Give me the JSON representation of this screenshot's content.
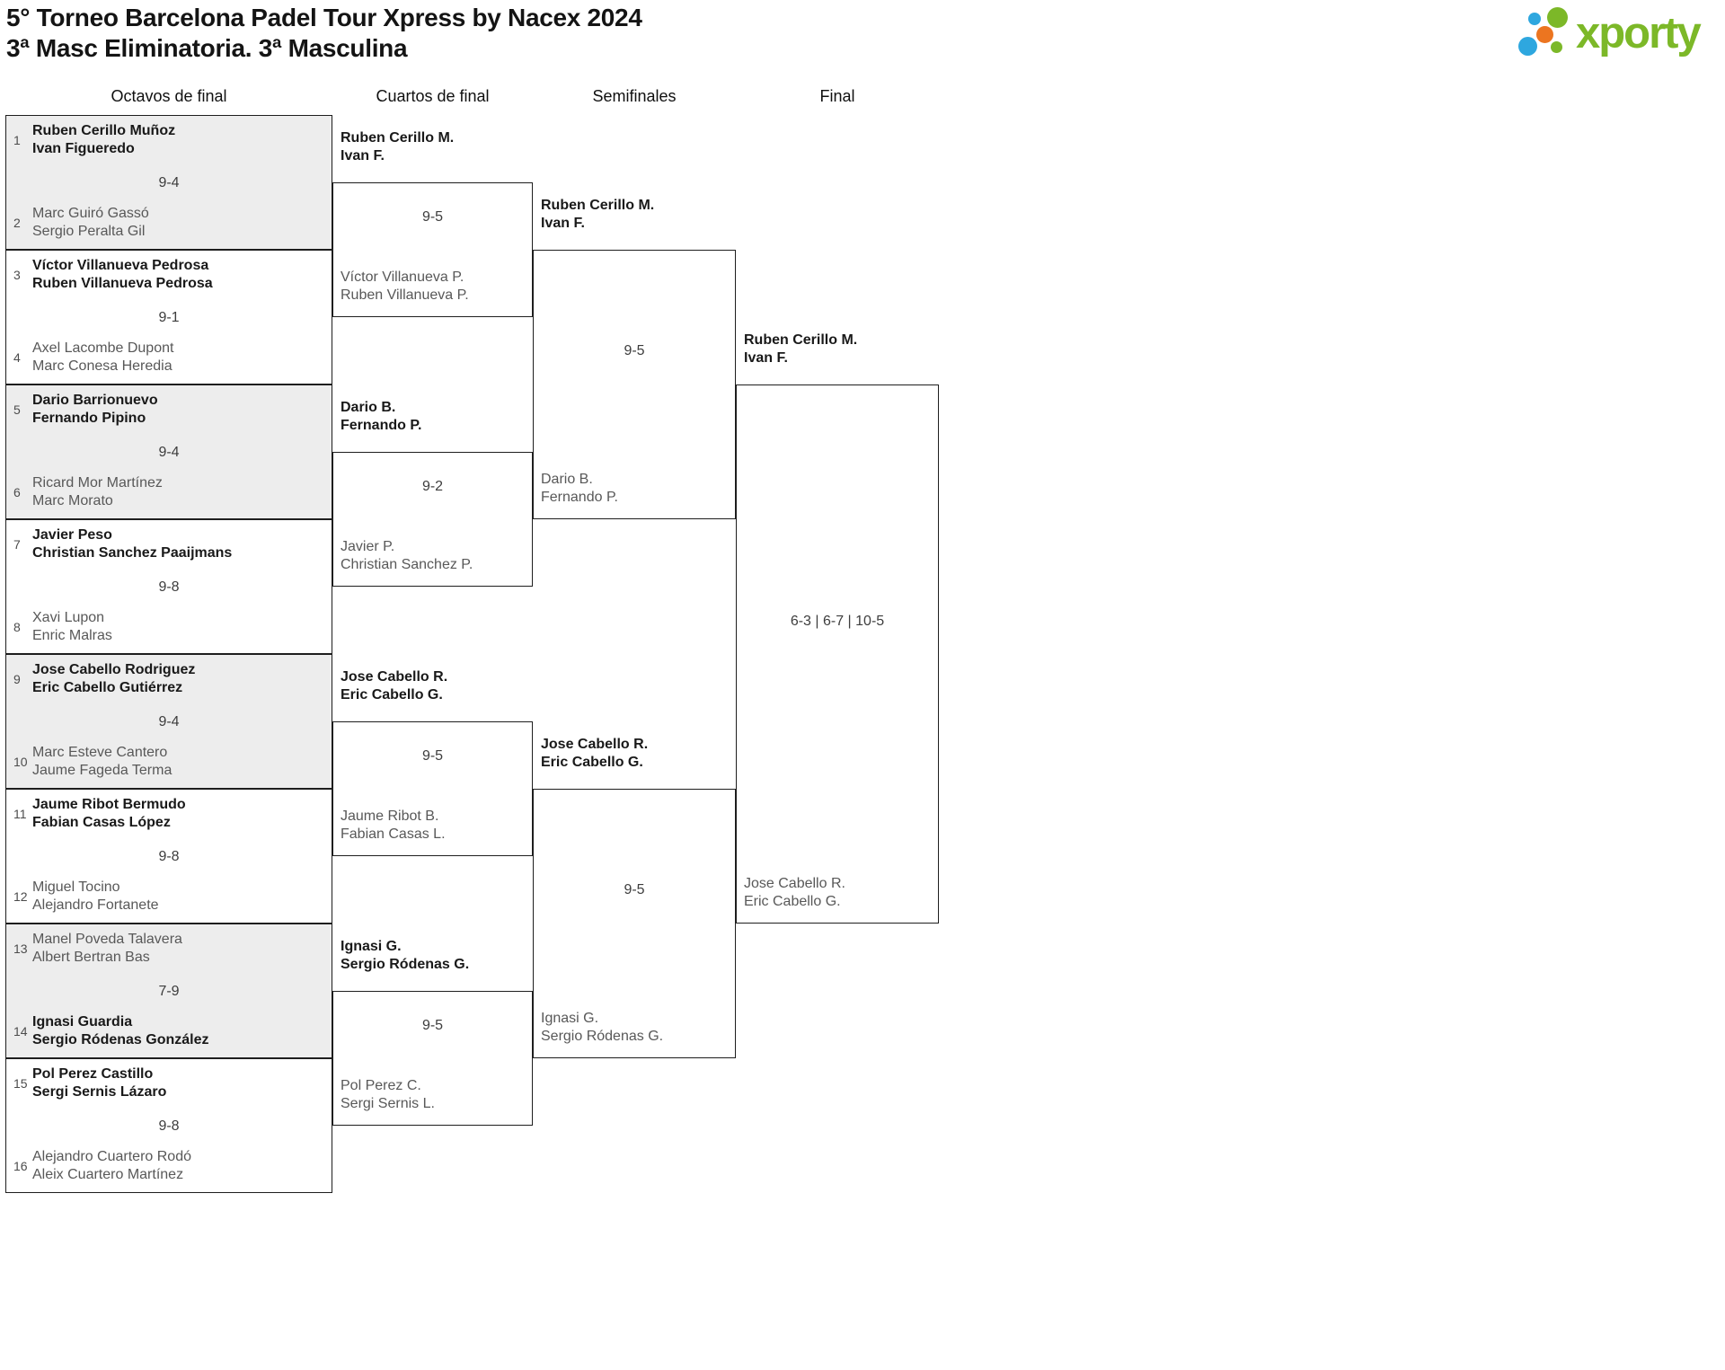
{
  "header": {
    "title_line1": "5° Torneo Barcelona Padel Tour Xpress by Nacex 2024",
    "title_line2": "3ª Masc Eliminatoria. 3ª Masculina"
  },
  "logo": {
    "text": "xporty",
    "colors": {
      "green": "#7cb828",
      "blue": "#2ea7df",
      "orange": "#ec7520"
    }
  },
  "round_headers": {
    "octavos": "Octavos de final",
    "cuartos": "Cuartos de final",
    "semifinales": "Semifinales",
    "final": "Final"
  },
  "colors": {
    "winner_text": "#191919",
    "loser_text": "#585858",
    "box_border": "#1e1e1e",
    "alt_row_bg": "#ededed",
    "background": "#ffffff"
  },
  "octavos": [
    {
      "seed_top": "1",
      "top": [
        "Ruben Cerillo Muñoz",
        "Ivan Figueredo"
      ],
      "seed_bottom": "2",
      "bottom": [
        "Marc Guiró Gassó",
        "Sergio Peralta Gil"
      ],
      "score": "9-4",
      "winner": "top"
    },
    {
      "seed_top": "3",
      "top": [
        "Víctor Villanueva Pedrosa",
        "Ruben Villanueva Pedrosa"
      ],
      "seed_bottom": "4",
      "bottom": [
        "Axel Lacombe Dupont",
        "Marc Conesa Heredia"
      ],
      "score": "9-1",
      "winner": "top"
    },
    {
      "seed_top": "5",
      "top": [
        "Dario Barrionuevo",
        "Fernando Pipino"
      ],
      "seed_bottom": "6",
      "bottom": [
        "Ricard Mor Martínez",
        "Marc Morato"
      ],
      "score": "9-4",
      "winner": "top"
    },
    {
      "seed_top": "7",
      "top": [
        "Javier Peso",
        "Christian Sanchez Paaijmans"
      ],
      "seed_bottom": "8",
      "bottom": [
        "Xavi Lupon",
        "Enric Malras"
      ],
      "score": "9-8",
      "winner": "top"
    },
    {
      "seed_top": "9",
      "top": [
        "Jose Cabello Rodriguez",
        "Eric Cabello Gutiérrez"
      ],
      "seed_bottom": "10",
      "bottom": [
        "Marc Esteve Cantero",
        "Jaume Fageda Terma"
      ],
      "score": "9-4",
      "winner": "top"
    },
    {
      "seed_top": "11",
      "top": [
        "Jaume Ribot Bermudo",
        "Fabian Casas López"
      ],
      "seed_bottom": "12",
      "bottom": [
        "Miguel Tocino",
        "Alejandro Fortanete"
      ],
      "score": "9-8",
      "winner": "top"
    },
    {
      "seed_top": "13",
      "top": [
        "Manel Poveda Talavera",
        "Albert Bertran Bas"
      ],
      "seed_bottom": "14",
      "bottom": [
        "Ignasi Guardia",
        "Sergio Ródenas González"
      ],
      "score": "7-9",
      "winner": "bottom"
    },
    {
      "seed_top": "15",
      "top": [
        "Pol Perez Castillo",
        "Sergi Sernis Lázaro"
      ],
      "seed_bottom": "16",
      "bottom": [
        "Alejandro Cuartero Rodó",
        "Aleix Cuartero Martínez"
      ],
      "score": "9-8",
      "winner": "top"
    }
  ],
  "cuartos": [
    {
      "top": [
        "Ruben Cerillo M.",
        "Ivan F."
      ],
      "bottom": [
        "Víctor Villanueva P.",
        "Ruben Villanueva P."
      ],
      "score": "9-5",
      "winner": "top"
    },
    {
      "top": [
        "Dario B.",
        "Fernando P."
      ],
      "bottom": [
        "Javier P.",
        "Christian Sanchez P."
      ],
      "score": "9-2",
      "winner": "top"
    },
    {
      "top": [
        "Jose Cabello R.",
        "Eric Cabello G."
      ],
      "bottom": [
        "Jaume Ribot B.",
        "Fabian Casas L."
      ],
      "score": "9-5",
      "winner": "top"
    },
    {
      "top": [
        "Ignasi G.",
        "Sergio Ródenas G."
      ],
      "bottom": [
        "Pol Perez C.",
        "Sergi Sernis L."
      ],
      "score": "9-5",
      "winner": "top"
    }
  ],
  "semifinales": [
    {
      "top": [
        "Ruben Cerillo M.",
        "Ivan F."
      ],
      "bottom": [
        "Dario B.",
        "Fernando P."
      ],
      "score": "9-5",
      "winner": "top"
    },
    {
      "top": [
        "Jose Cabello R.",
        "Eric Cabello G."
      ],
      "bottom": [
        "Ignasi G.",
        "Sergio Ródenas G."
      ],
      "score": "9-5",
      "winner": "top"
    }
  ],
  "final": {
    "top": [
      "Ruben Cerillo M.",
      "Ivan F."
    ],
    "bottom": [
      "Jose Cabello R.",
      "Eric Cabello G."
    ],
    "score": "6-3 | 6-7 | 10-5",
    "winner": "top"
  }
}
